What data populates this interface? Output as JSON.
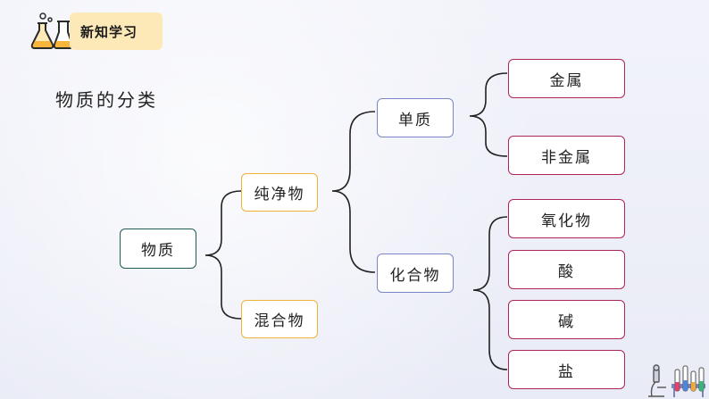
{
  "header": {
    "label": "新知学习",
    "icon": "lab-flask-icon"
  },
  "title": "物质的分类",
  "tree": {
    "root": "物质",
    "pure": "纯净物",
    "mixture": "混合物",
    "element": "单质",
    "compound": "化合物",
    "metal": "金属",
    "nonmetal": "非金属",
    "oxide": "氧化物",
    "acid": "酸",
    "base": "碱",
    "salt": "盐"
  },
  "colors": {
    "root_border": "#1e5c55",
    "level1_border": "#f0b23a",
    "level2_border": "#7a86c6",
    "level3_border": "#b0235a",
    "header_bg": "#fde8b8",
    "line": "#222222"
  },
  "decor": {
    "corner": "lab-equipment-icon"
  }
}
